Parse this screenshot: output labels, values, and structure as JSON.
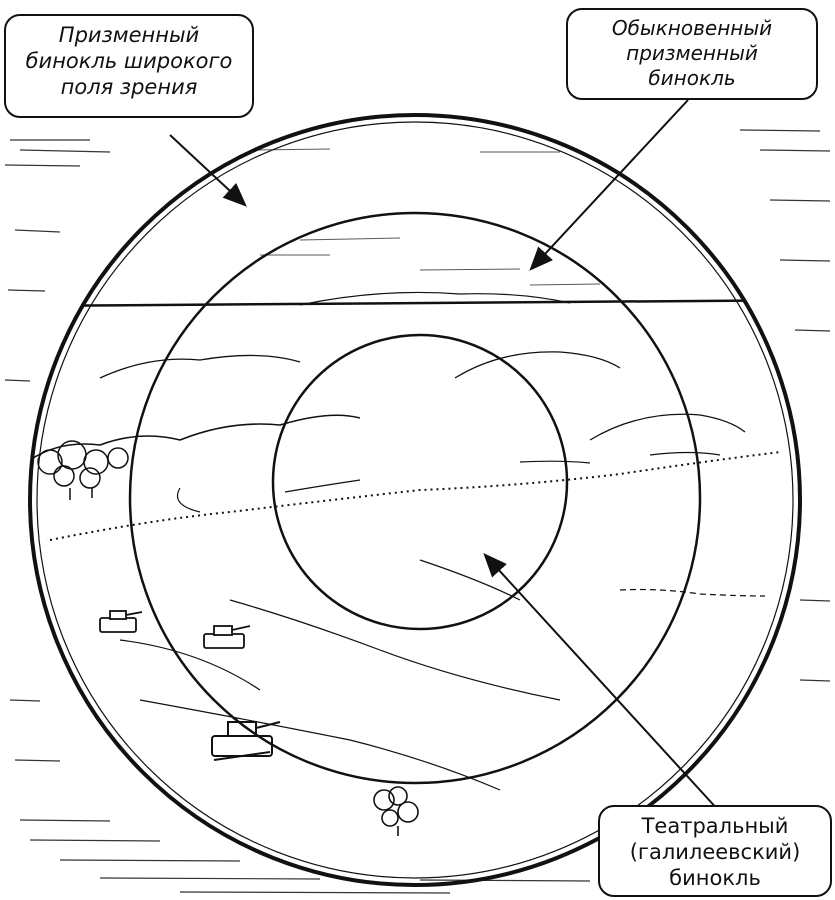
{
  "labels": {
    "wide_field": {
      "line1": "Призменный",
      "line2": "бинокль широкого",
      "line3": "поля зрения"
    },
    "ordinary": {
      "line1": "Обыкновенный",
      "line2": "призменный",
      "line3": "бинокль"
    },
    "theatre": {
      "line1": "Театральный",
      "line2": "(галилеевский)",
      "line3": "бинокль"
    }
  },
  "colors": {
    "ink": "#111111",
    "paper": "#ffffff"
  },
  "icons": [
    "tank-icon",
    "tree-icon",
    "bush-icon",
    "arrow-icon"
  ]
}
